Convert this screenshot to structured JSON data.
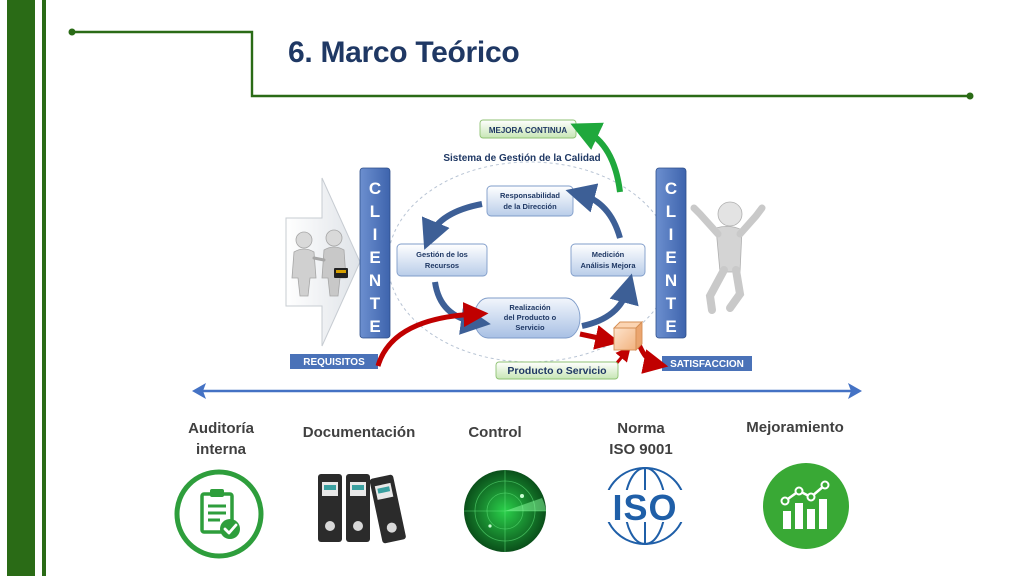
{
  "slide": {
    "title": "6. Marco Teórico"
  },
  "diagram": {
    "header_box": "MEJORA CONTINUA",
    "system_label": "Sistema de Gestión de la Calidad",
    "left_client_letters": [
      "C",
      "L",
      "I",
      "E",
      "N",
      "T",
      "E"
    ],
    "right_client_letters": [
      "C",
      "L",
      "I",
      "E",
      "N",
      "T",
      "E"
    ],
    "process_boxes": {
      "responsabilidad": [
        "Responsabilidad",
        "de la Dirección"
      ],
      "gestion": [
        "Gestión de los",
        "Recursos"
      ],
      "medicion": [
        "Medición",
        "Análisis Mejora"
      ],
      "realizacion": [
        "Realización",
        "del Producto o",
        "Servicio"
      ]
    },
    "requisitos_label": "REQUISITOS",
    "satisfaccion_label": "SATISFACCION",
    "producto_label": "Producto o Servicio"
  },
  "categories": {
    "auditoria": [
      "Auditoría",
      "interna"
    ],
    "documentacion": "Documentación",
    "control": "Control",
    "norma": [
      "Norma",
      "ISO 9001"
    ],
    "mejoramiento": "Mejoramiento"
  },
  "logo_text": {
    "iso": "ISO"
  },
  "colors": {
    "dark_green": "#2a6b16",
    "title_blue": "#1f3864",
    "client_blue": "#4a72b8",
    "process_arrow_blue": "#3d5f96",
    "red_arrow": "#c00000",
    "green_arrow": "#1fa83c",
    "icon_green": "#2e9e3c",
    "iso_blue": "#1f5fa8"
  },
  "icons": [
    "handshake-icon",
    "jumping-person-icon",
    "clipboard-check-icon",
    "binders-icon",
    "radar-icon",
    "iso-globe-logo",
    "growth-chart-icon"
  ]
}
